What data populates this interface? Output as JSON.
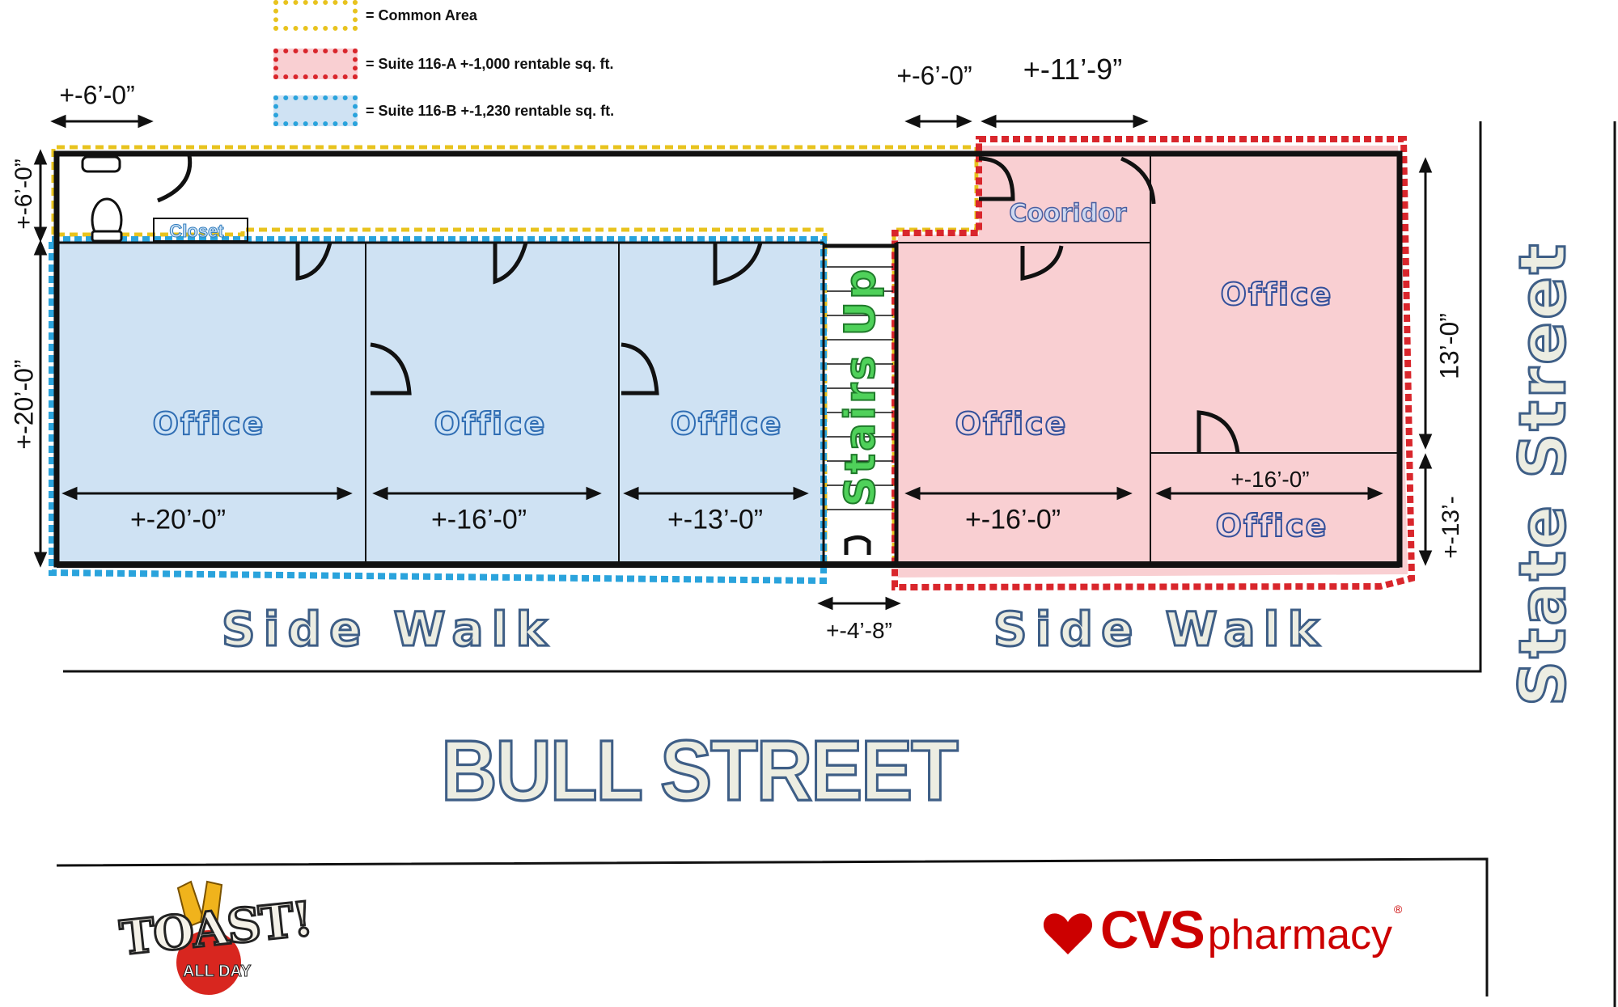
{
  "legend": [
    {
      "label": "= Common Area",
      "color": "#e8c31e"
    },
    {
      "label": "= Suite 116-A +-1,000 rentable sq. ft.",
      "color": "#d9262c"
    },
    {
      "label": "= Suite 116-B +-1,230 rentable sq. ft.",
      "color": "#2aa3dc"
    }
  ],
  "dimensions": {
    "top_left_width": "+-6’-0”",
    "left_upper_height": "+-6’-0”",
    "left_lower_height": "+-20’-0”",
    "corridor_entry_width": "+-6’-0”",
    "corridor_width": "+-11’-9”",
    "right_upper_height": "13’-0”",
    "right_lower_height": "+-13’-",
    "stair_width": "+-4’-8”",
    "office_1_width": "+-20’-0”",
    "office_2_width": "+-16’-0”",
    "office_3_width": "+-13’-0”",
    "office_4_width": "+-16’-0”",
    "office_6_width": "+-16’-0”"
  },
  "rooms": {
    "office_label": "Office",
    "closet_label": "Closet",
    "corridor_label": "Cooridor",
    "stairs_label": "Stairs Up"
  },
  "streets": {
    "sidewalk": "Side Walk",
    "bull": "BULL STREET",
    "state": "State Street"
  },
  "logos": {
    "toast_name": "TOAST!",
    "toast_sub": "ALL DAY",
    "cvs_brand": "CVS",
    "cvs_sub": "pharmacy",
    "cvs_reg": "®"
  },
  "colors": {
    "common_area": "#e8c31e",
    "suite_a": "#d9262c",
    "suite_a_fill": "#f9cfd2",
    "suite_b": "#2aa3dc",
    "suite_b_fill": "#cfe2f3",
    "cvs_red": "#cc0000"
  }
}
